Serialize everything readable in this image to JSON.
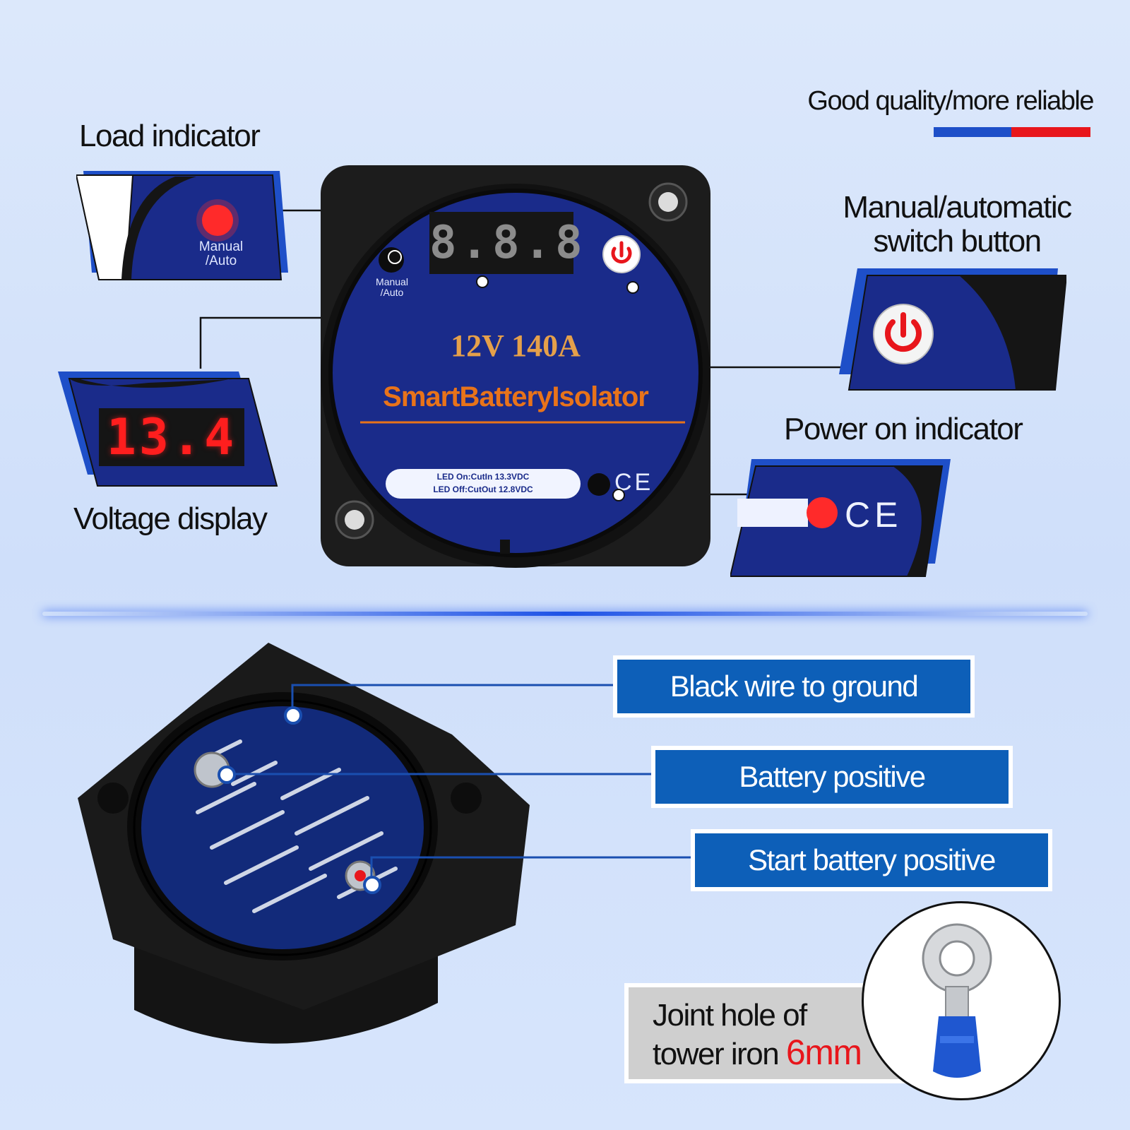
{
  "tagline": "Good quality/more reliable",
  "colors": {
    "panel_blue": "#1a2b8a",
    "label_blue": "#0d5fb8",
    "accent_red": "#e8161c",
    "accent_orange": "#e8731a",
    "gold": "#e5a04a"
  },
  "callouts": {
    "load_indicator": "Load indicator",
    "voltage_display": "Voltage display",
    "switch_button_line1": "Manual/automatic",
    "switch_button_line2": "switch button",
    "power_on_indicator": "Power on indicator"
  },
  "device": {
    "rating": "12V 140A",
    "brand": "SmartBatteryIsolator",
    "display_digits": "8.8.8",
    "mode_label_line1": "Manual",
    "mode_label_line2": "/Auto",
    "led_on": "LED On:CutIn 13.3VDC",
    "led_off": "LED Off:CutOut 12.8VDC",
    "ce_mark": "CE"
  },
  "zoom": {
    "voltage_reading": "13.4",
    "mode_label_line1": "Manual",
    "mode_label_line2": "/Auto",
    "ce_mark": "CE"
  },
  "bottom": {
    "black_wire": "Black wire to ground",
    "battery_positive": "Battery positive",
    "start_battery_positive": "Start battery positive",
    "joint_line1": "Joint hole of",
    "joint_line2": "tower iron ",
    "joint_size": "6mm"
  }
}
